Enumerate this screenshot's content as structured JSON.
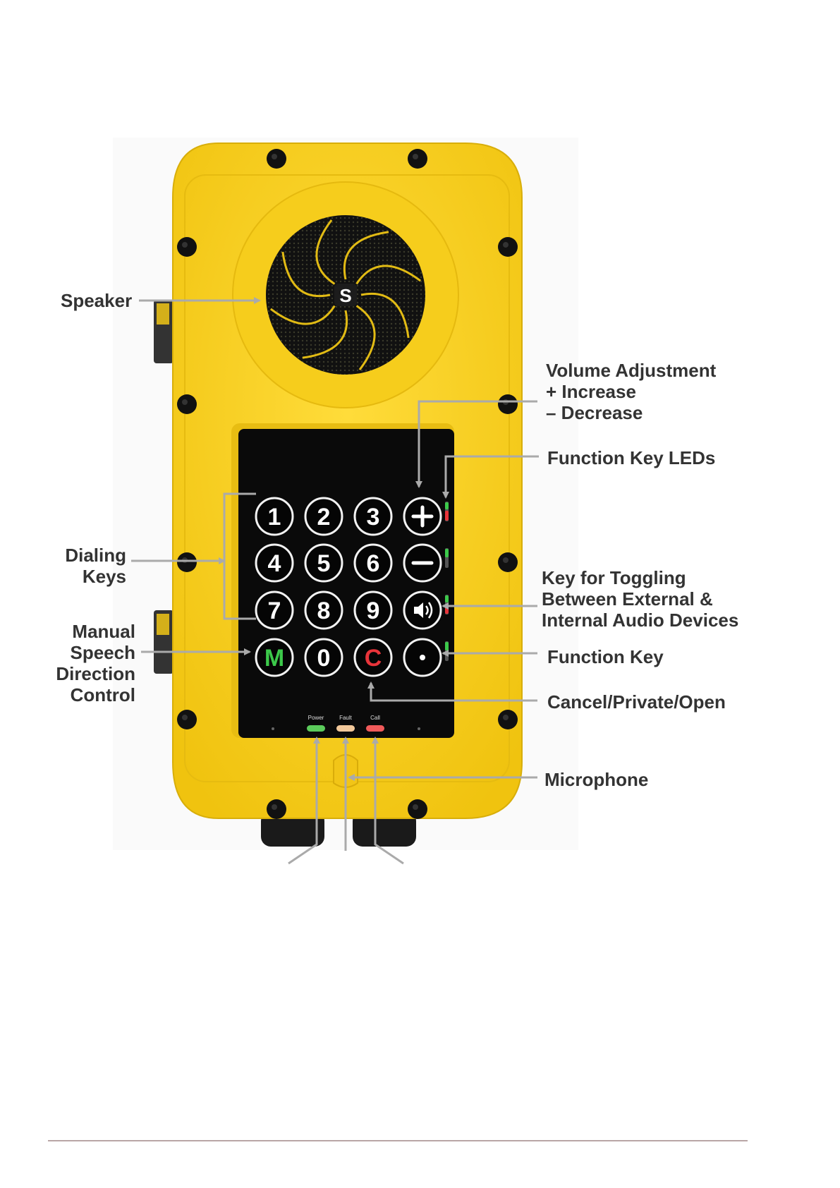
{
  "device": {
    "body_color": "#FFD21F",
    "panel_color": "#0a0a0a",
    "logo": "S",
    "keypad": {
      "rows": [
        [
          "1",
          "2",
          "3",
          "+"
        ],
        [
          "4",
          "5",
          "6",
          "−"
        ],
        [
          "7",
          "8",
          "9",
          "speaker-volume-icon"
        ],
        [
          "M",
          "0",
          "C",
          "•"
        ]
      ],
      "m_key_color": "#3CC94A",
      "c_key_color": "#E8343A"
    },
    "status_leds": [
      {
        "label": "Power",
        "color": "#5BCB5B"
      },
      {
        "label": "Fault",
        "color": "#F2C89A"
      },
      {
        "label": "Call",
        "color": "#F05A5A"
      }
    ]
  },
  "labels": {
    "speaker": "Speaker",
    "volume": [
      "Volume Adjustment",
      "+ Increase",
      "– Decrease"
    ],
    "function_key_leds": "Function Key LEDs",
    "dialing_keys": [
      "Dialing",
      "Keys"
    ],
    "toggle_audio": [
      "Key for Toggling",
      "Between External &",
      "Internal Audio Devices"
    ],
    "manual_speech": [
      "Manual",
      "Speech",
      "Direction",
      "Control"
    ],
    "function_key": "Function Key",
    "cancel": "Cancel/Private/Open",
    "microphone": "Microphone"
  },
  "colors": {
    "label_text": "#333333",
    "arrow": "#AAAAAA",
    "footer_rule": "#B9A5A5"
  }
}
